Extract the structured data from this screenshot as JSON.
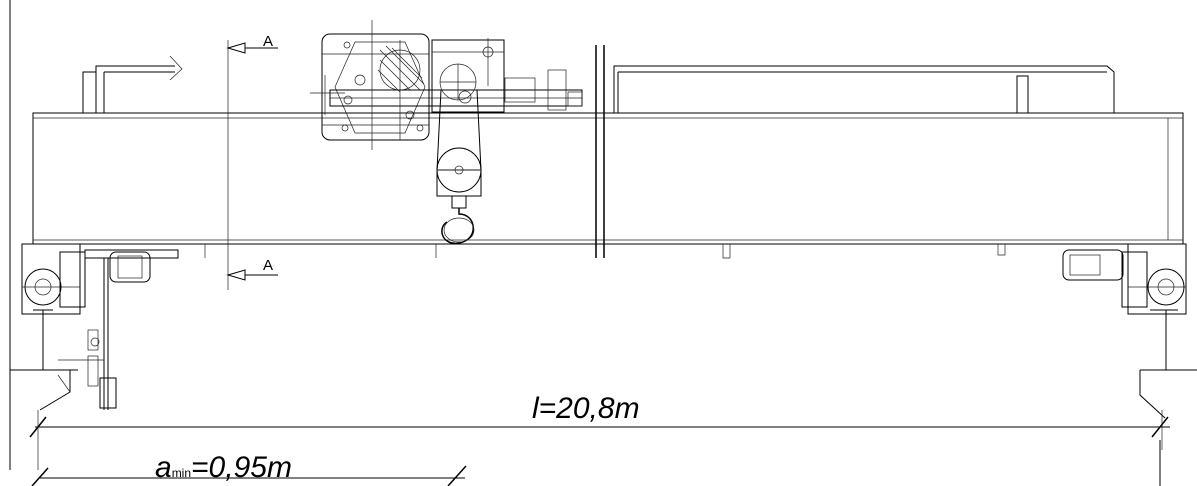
{
  "section_marks": {
    "top": "A",
    "bottom": "A"
  },
  "span_dimension": {
    "text": "l=20,8m"
  },
  "approach_dimension": {
    "main": "a",
    "subscript": "min",
    "value": "=0,95m"
  }
}
